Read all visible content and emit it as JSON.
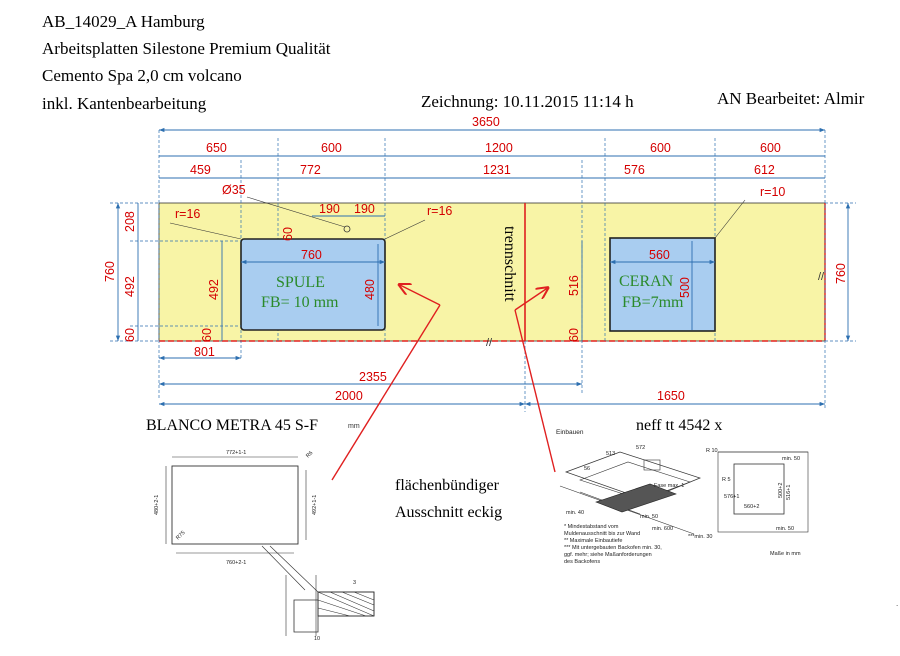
{
  "header": {
    "line1": "AB_14029_A Hamburg",
    "line2": "Arbeitsplatten Silestone Premium Qualität",
    "line3": "Cemento Spa 2,0 cm volcano",
    "line4": "inkl. Kantenbearbeitung",
    "drawing_date": "Zeichnung: 10.11.2015 11:14 h",
    "editor": "AN Bearbeitet: Almir"
  },
  "dimensions": {
    "total": "3650",
    "row1": [
      "650",
      "600",
      "1200",
      "600",
      "600"
    ],
    "row2": [
      "459",
      "772",
      "1231",
      "576",
      "612"
    ],
    "diameter": "Ø35",
    "tap_left": "190",
    "tap_right": "190",
    "radius_left": "r=16",
    "radius_mid": "r=16",
    "radius_right": "r=10",
    "depth_total": "760",
    "depth_total_right": "760",
    "left_208": "208",
    "left_492": "492",
    "left_60": "60",
    "sink_60_top": "60",
    "sink_492": "492",
    "sink_60_bottom": "60",
    "sink_760": "760",
    "sink_480": "480",
    "hob_516": "516",
    "hob_60": "60",
    "hob_560": "560",
    "hob_500": "500",
    "bottom_801": "801",
    "bottom_2355": "2355",
    "bottom_2000": "2000",
    "bottom_1650": "1650"
  },
  "cutouts": {
    "sink_name": "SPULE",
    "sink_fb": "FB= 10 mm",
    "hob_name": "CERAN",
    "hob_fb": "FB=7mm"
  },
  "labels": {
    "trennschnitt": "trennschnitt",
    "blanco": "BLANCO METRA 45 S-F",
    "blanco_unit": "mm",
    "neff": "neff tt 4542 x",
    "flush_line1": "flächenbündiger",
    "flush_line2": "Ausschnitt eckig"
  },
  "blanco_drawing": {
    "w772": "772+1-1",
    "w760": "760+2-1",
    "h480": "480+2-1",
    "h492": "492+1-1",
    "r6": "R6",
    "r75": "R75"
  },
  "neff_drawing": {
    "brand": "Einbauen",
    "d513": "513",
    "d572": "572",
    "d56": "56",
    "fase": "Fase max. 1",
    "min40": "min. 40",
    "min50": "min. 50",
    "min600": "min. 600",
    "min30": "***min. 30",
    "r10": "R 10",
    "r5": "R 5",
    "min50r": "min. 50",
    "d576": "576+1",
    "d516": "516+1",
    "d560": "560+2",
    "d500": "500+2",
    "masse": "Maße in mm",
    "notes": [
      "* Mindestabstand vom",
      "Muldenausschnitt bis zur Wand",
      "** Maximale Einbautiefe",
      "*** Mit untergebauten Backofen min. 30,",
      "ggf. mehr; siehe Maßanforderungen",
      "des Backofens"
    ]
  },
  "colors": {
    "worktop": "#f8f4a6",
    "cutout": "#a9cdf0",
    "dimension_text": "#d40000",
    "dimension_line": "#2d6fb0",
    "cutout_text": "#2a8a2a",
    "red_line": "#e02020"
  }
}
